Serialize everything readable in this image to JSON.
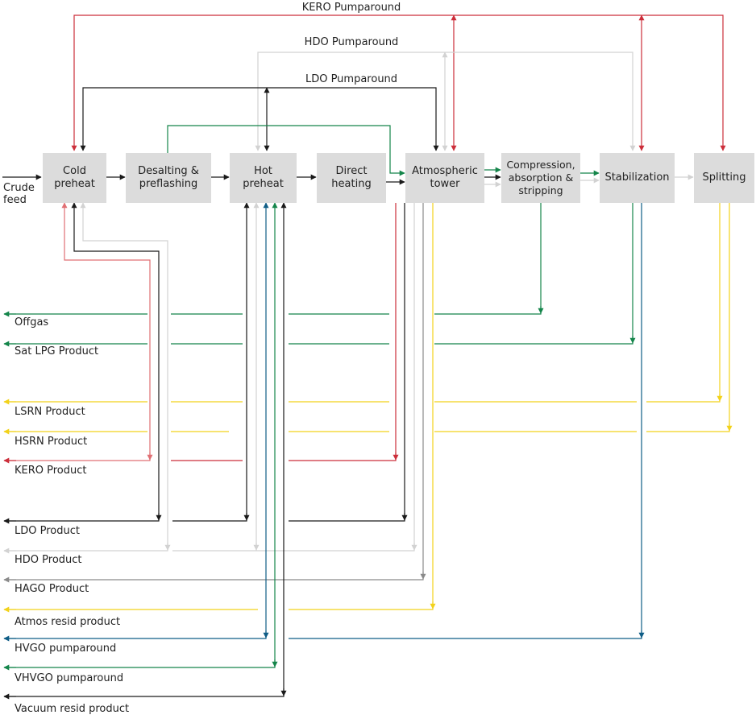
{
  "colors": {
    "black": "#1a1a1a",
    "red": "#cc2e3a",
    "pink": "#e06f73",
    "green": "#14854a",
    "yellow": "#f2d21b",
    "blue": "#0f5d86",
    "lightgray": "#d2d2d2",
    "gray": "#8a8a8a",
    "box": "#dcdcdc"
  },
  "units": {
    "cold_preheat": "Cold\npreheat",
    "desalting": "Desalting &\npreflashing",
    "hot_preheat": "Hot\npreheat",
    "direct_heating": "Direct\nheating",
    "atmospheric_tower": "Atmospheric\ntower",
    "compression": "Compression,\nabsorption &\nstripping",
    "stabilization": "Stabilization",
    "splitting": "Splitting"
  },
  "feed_label": "Crude\nfeed",
  "pumparounds": {
    "kero": "KERO Pumparound",
    "hdo": "HDO Pumparound",
    "ldo": "LDO Pumparound"
  },
  "products": {
    "offgas": "Offgas",
    "sat_lpg": "Sat LPG Product",
    "lsrn": "LSRN Product",
    "hsrn": "HSRN Product",
    "kero": "KERO Product",
    "ldo": "LDO Product",
    "hdo": "HDO Product",
    "hago": "HAGO Product",
    "atmos_resid": "Atmos resid product",
    "hvgo": "HVGO pumparound",
    "vhvgo": "VHVGO pumparound",
    "vacuum_resid": "Vacuum resid product"
  }
}
